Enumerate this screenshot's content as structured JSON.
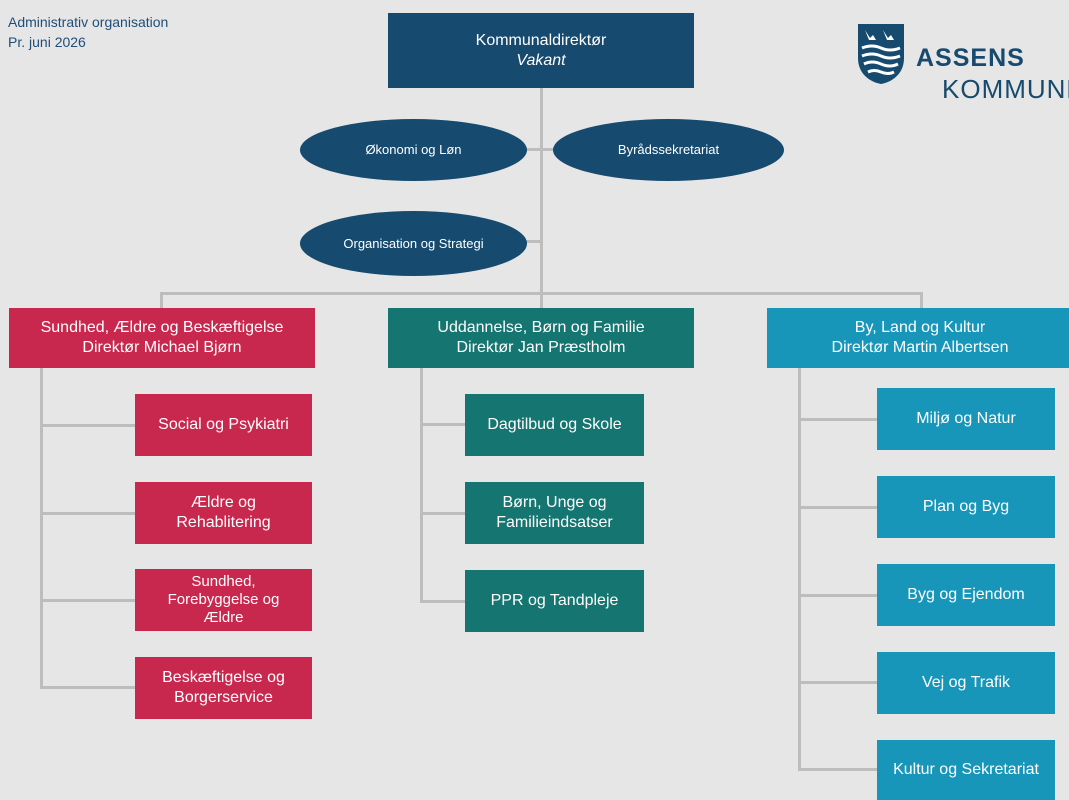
{
  "header": {
    "line1": "Administrativ organisation",
    "line2": "Pr. juni 2026"
  },
  "logo": {
    "line1": "ASSENS",
    "line2": "KOMMUNE",
    "icon": "assens-crest-icon"
  },
  "top": {
    "title": "Kommunaldirektør",
    "subtitle": "Vakant"
  },
  "staff": {
    "okonomi": "Økonomi og Løn",
    "byraad": "Byrådssekretariat",
    "org": "Organisation og Strategi"
  },
  "divisions": [
    {
      "title": "Sundhed, Ældre og Beskæftigelse",
      "director": "Direktør Michael Bjørn",
      "units": [
        "Social og Psykiatri",
        "Ældre og Rehablitering",
        "Sundhed, Forebyggelse og Ældre",
        "Beskæftigelse og Borgerservice"
      ]
    },
    {
      "title": "Uddannelse, Børn og Familie",
      "director": "Direktør Jan Præstholm",
      "units": [
        "Dagtilbud og Skole",
        "Børn, Unge og Familieindsatser",
        "PPR og Tandpleje"
      ]
    },
    {
      "title": "By, Land og Kultur",
      "director": "Direktør Martin Albertsen",
      "units": [
        "Miljø og Natur",
        "Plan og Byg",
        "Byg og Ejendom",
        "Vej og Trafik",
        "Kultur og Sekretariat"
      ]
    }
  ],
  "colors": {
    "navy": "#164a6e",
    "pink": "#c8284e",
    "teal": "#147571",
    "cyan": "#1796b9",
    "connector": "#bdbdbd",
    "background": "#e6e6e6"
  }
}
